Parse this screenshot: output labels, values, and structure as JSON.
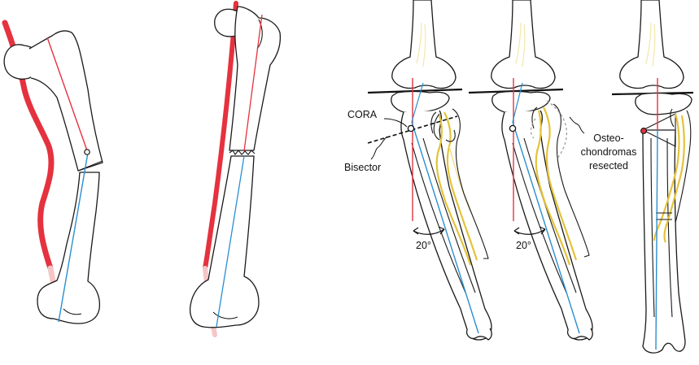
{
  "labels": {
    "cora": "CORA",
    "bisector": "Bisector",
    "osteo_line1": "Osteo-",
    "osteo_line2": "chondromas",
    "osteo_line3": "resected",
    "angle_left": "20°",
    "angle_right": "20°"
  },
  "colors": {
    "mechanical_axis_red": "#e5323f",
    "anatomic_axis_blue": "#2a8fcf",
    "fibula_yellow": "#e3c33a",
    "bone_outline": "#1a1a1a"
  }
}
